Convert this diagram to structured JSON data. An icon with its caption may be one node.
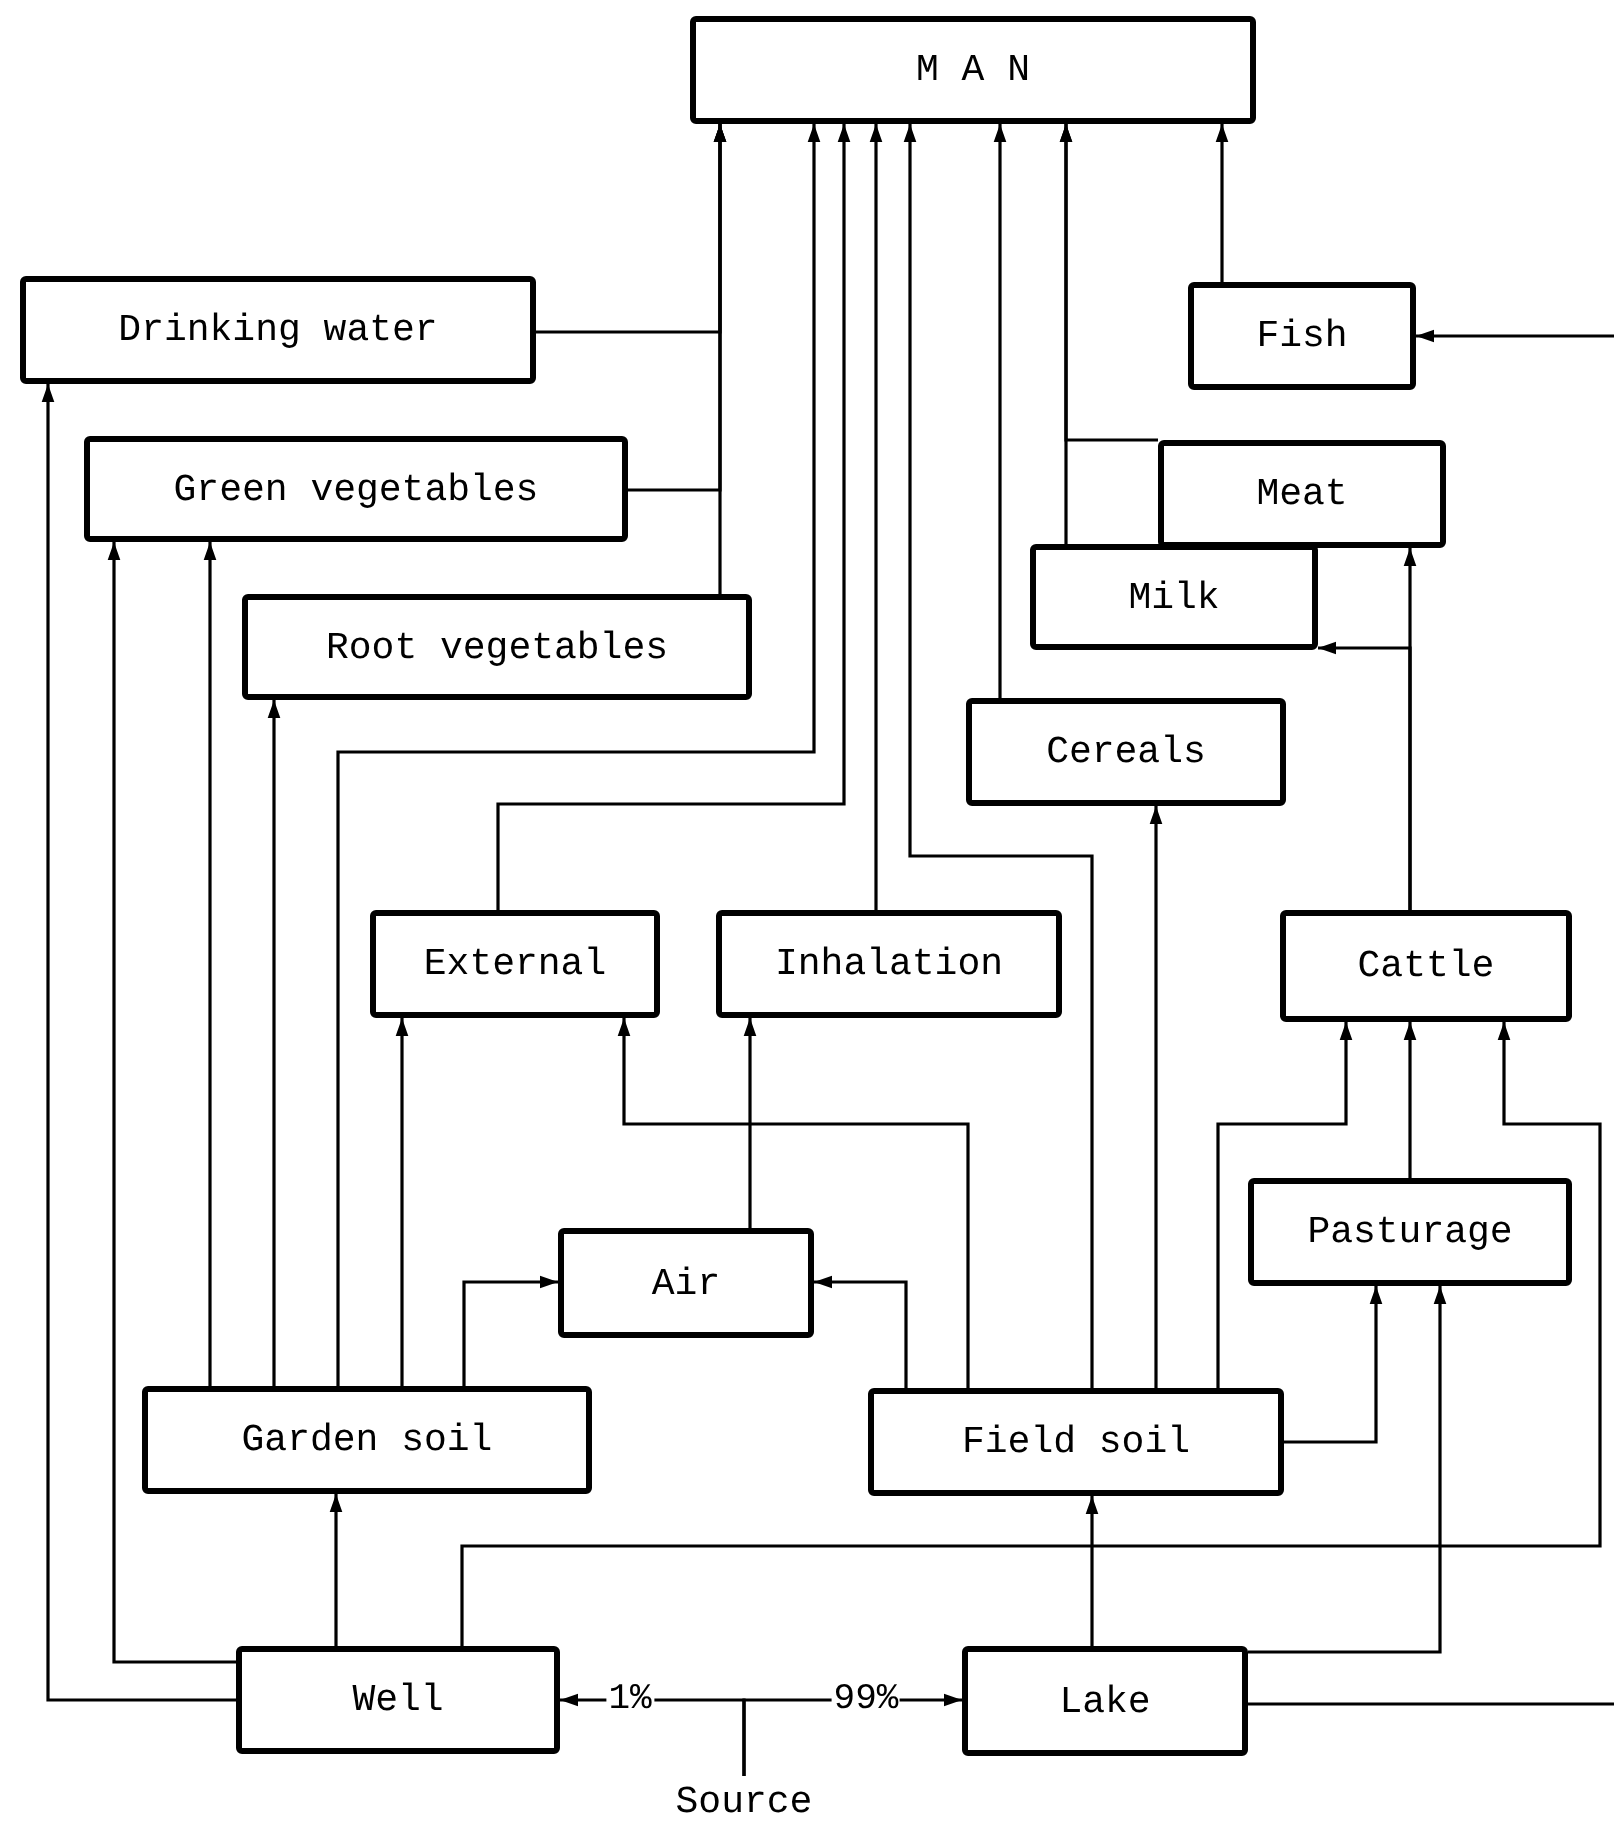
{
  "diagram": {
    "nodes": [
      {
        "text": [
          "M A N"
        ]
      },
      {
        "text": [
          "Drinking water"
        ]
      },
      {
        "text": [
          "Green vegetables"
        ]
      },
      {
        "text": [
          "Root vegetables"
        ]
      },
      {
        "text": [
          "Fish"
        ]
      },
      {
        "text": [
          "Meat"
        ]
      },
      {
        "text": [
          "Milk"
        ]
      },
      {
        "text": [
          "Cereals"
        ]
      },
      {
        "text": [
          "External"
        ]
      },
      {
        "text": [
          "Inhalation"
        ]
      },
      {
        "text": [
          "Cattle"
        ]
      },
      {
        "text": [
          "Air"
        ]
      },
      {
        "text": [
          "Pasturage"
        ]
      },
      {
        "text": [
          "Garden soil"
        ]
      },
      {
        "text": [
          "Field soil"
        ]
      },
      {
        "text": [
          "Well"
        ]
      },
      {
        "text": [
          "Lake"
        ]
      },
      {
        "text": [
          "Source"
        ]
      }
    ],
    "edges": [
      {
        "from": 1,
        "to": 0,
        "arrow": "to"
      },
      {
        "from": 2,
        "to": 0,
        "arrow": "to"
      },
      {
        "from": 3,
        "to": 0,
        "arrow": "to"
      },
      {
        "from": 13,
        "to": 0,
        "arrow": "to"
      },
      {
        "from": 8,
        "to": 0,
        "arrow": "to"
      },
      {
        "from": 9,
        "to": 0,
        "arrow": "to"
      },
      {
        "from": 14,
        "to": 0,
        "arrow": "to"
      },
      {
        "from": 7,
        "to": 0,
        "arrow": "to"
      },
      {
        "from": 6,
        "to": 0,
        "arrow": "to"
      },
      {
        "from": 5,
        "to": 0,
        "arrow": "to"
      },
      {
        "from": 4,
        "to": 0,
        "arrow": "to"
      },
      {
        "from": null,
        "to": 4,
        "arrow": "to"
      },
      {
        "from": 10,
        "to": 5,
        "arrow": "to"
      },
      {
        "from": 10,
        "to": 6,
        "arrow": "to"
      },
      {
        "from": 14,
        "to": 7,
        "arrow": "to"
      },
      {
        "from": 14,
        "to": 10,
        "arrow": "to"
      },
      {
        "from": 12,
        "to": 10,
        "arrow": "to"
      },
      {
        "from": 15,
        "to": 10,
        "arrow": "to"
      },
      {
        "from": 15,
        "to": 13,
        "arrow": "to"
      },
      {
        "from": 15,
        "to": 1,
        "arrow": "to"
      },
      {
        "from": 15,
        "to": 2,
        "arrow": "to"
      },
      {
        "from": 13,
        "to": 2,
        "arrow": "to"
      },
      {
        "from": 13,
        "to": 3,
        "arrow": "to"
      },
      {
        "from": 13,
        "to": 8,
        "arrow": "to"
      },
      {
        "from": 13,
        "to": 11,
        "arrow": "to"
      },
      {
        "from": 14,
        "to": 11,
        "arrow": "to"
      },
      {
        "from": 14,
        "to": 8,
        "arrow": "to"
      },
      {
        "from": 11,
        "to": 9,
        "arrow": "to"
      },
      {
        "from": 14,
        "to": 12,
        "arrow": "to"
      },
      {
        "from": 16,
        "to": 14,
        "arrow": "to"
      },
      {
        "from": 16,
        "to": 12,
        "arrow": "to"
      },
      {
        "from": 16,
        "to": null,
        "arrow": "none"
      },
      {
        "from": 17,
        "to": 15,
        "arrow": "to",
        "label": "1%"
      },
      {
        "from": 17,
        "to": 16,
        "arrow": "to",
        "label": "99%"
      }
    ]
  }
}
